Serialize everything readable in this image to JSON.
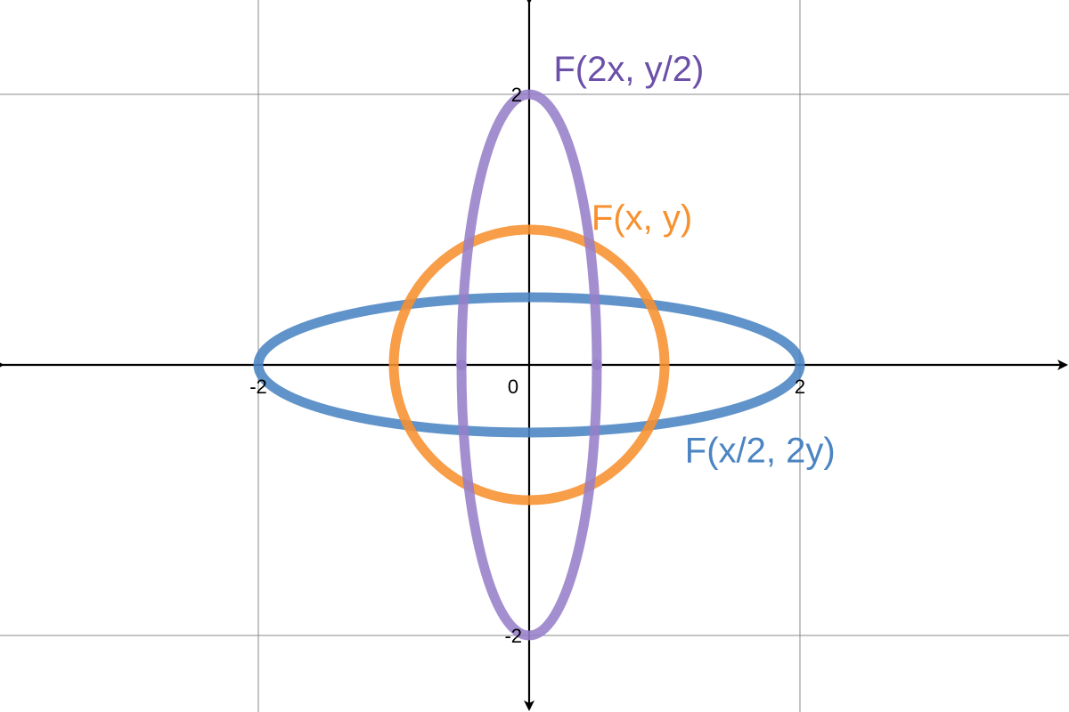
{
  "chart_data": {
    "type": "line",
    "title": "",
    "xlabel": "",
    "ylabel": "",
    "xlim": [
      -3.9,
      3.9
    ],
    "ylim": [
      -2.6,
      2.6
    ],
    "grid": true,
    "grid_step": 2,
    "x_ticks": [
      {
        "value": -2,
        "label": "-2"
      },
      {
        "value": 0,
        "label": "0"
      },
      {
        "value": 2,
        "label": "2"
      }
    ],
    "y_ticks": [
      {
        "value": 2,
        "label": "2"
      },
      {
        "value": -2,
        "label": "-2"
      }
    ],
    "series": [
      {
        "name": "F(x/2, 2y)",
        "color": "#4a84c2",
        "shape": "ellipse",
        "center": [
          0,
          0
        ],
        "rx": 2,
        "ry": 0.5
      },
      {
        "name": "F(x, y)",
        "color": "#f7902f",
        "shape": "ellipse",
        "center": [
          0,
          0
        ],
        "rx": 1,
        "ry": 1
      },
      {
        "name": "F(2x, y/2)",
        "color": "#9680c8",
        "shape": "ellipse",
        "center": [
          0,
          0
        ],
        "rx": 0.5,
        "ry": 2
      }
    ],
    "points": [
      {
        "x": -0.5,
        "y": 0,
        "color": "#9680c8"
      },
      {
        "x": 0.5,
        "y": 0,
        "color": "#9680c8"
      }
    ],
    "annotations": [
      {
        "text": "F(2x, y/2)",
        "color": "#6b4fa8",
        "x": 0.18,
        "y": 2.1
      },
      {
        "text": "F(x, y)",
        "color": "#f7902f",
        "x": 0.46,
        "y": 1.0
      },
      {
        "text": "F(x/2, 2y)",
        "color": "#4a84c2",
        "x": 1.15,
        "y": -0.72
      }
    ]
  }
}
